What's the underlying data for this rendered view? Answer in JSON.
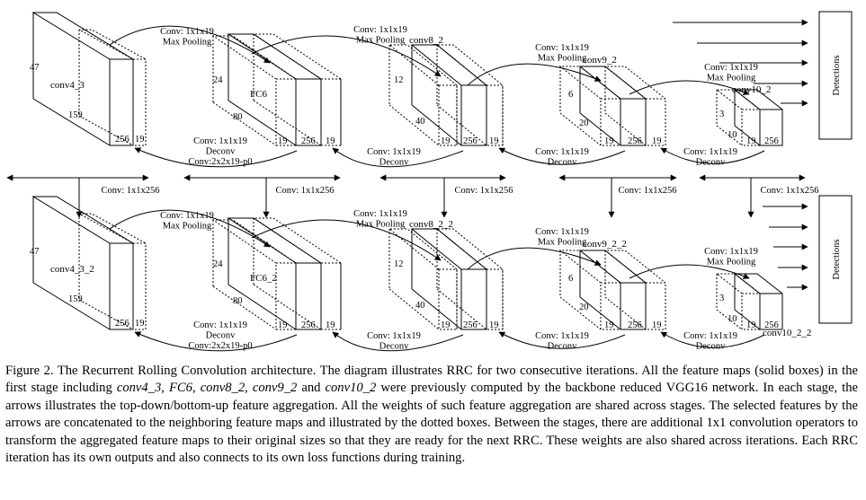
{
  "figure": {
    "layer_names_top": [
      "conv4_3",
      "FC6",
      "conv8_2",
      "conv9_2",
      "conv10_2"
    ],
    "layer_names_bottom": [
      "conv4_3_2",
      "FC6_2",
      "conv8_2_2",
      "conv9_2_2",
      "conv10_2_2"
    ],
    "dims": {
      "conv4": [
        "47",
        "159",
        "256",
        "19"
      ],
      "fc6": [
        "24",
        "80",
        "19",
        "256",
        "19"
      ],
      "conv8": [
        "12",
        "40",
        "19",
        "256",
        "19"
      ],
      "conv9": [
        "6",
        "20",
        "19",
        "256",
        "19"
      ],
      "conv10": [
        "3",
        "10",
        "19",
        "256"
      ]
    },
    "arrow_labels_top": {
      "pool1": [
        "Conv: 1x1x19",
        "Max Pooling"
      ],
      "pool2": [
        "Conv: 1x1x19",
        "Max Pooling"
      ],
      "pool3": [
        "Conv: 1x1x19",
        "Max Pooling"
      ],
      "pool4": [
        "Conv: 1x1x19",
        "Max Pooling"
      ],
      "deconv1": [
        "Conv: 1x1x19",
        "Deconv",
        "Conv:2x2x19-p0"
      ],
      "deconv2": [
        "Conv: 1x1x19",
        "Deconv"
      ],
      "deconv3": [
        "Conv: 1x1x19",
        "Deconv"
      ],
      "deconv4": [
        "Conv: 1x1x19",
        "Deconv"
      ]
    },
    "arrow_labels_bottom": {
      "pool1": [
        "Conv: 1x1x19",
        "Max Pooling"
      ],
      "pool2": [
        "Conv: 1x1x19",
        "Max Pooling"
      ],
      "pool3": [
        "Conv: 1x1x19",
        "Max Pooling"
      ],
      "pool4": [
        "Conv: 1x1x19",
        "Max Pooling"
      ],
      "deconv1": [
        "Conv: 1x1x19",
        "Deconv",
        "Conv:2x2x19-p0"
      ],
      "deconv2": [
        "Conv: 1x1x19",
        "Deconv"
      ],
      "deconv3": [
        "Conv: 1x1x19",
        "Deconv"
      ],
      "deconv4": [
        "Conv: 1x1x19",
        "Deconv"
      ]
    },
    "between_stage_labels": [
      "Conv: 1x1x256",
      "Conv: 1x1x256",
      "Conv: 1x1x256",
      "Conv: 1x1x256",
      "Conv: 1x1x256"
    ],
    "detections_label": "Detections"
  },
  "caption": {
    "p1": "Figure 2. The Recurrent Rolling Convolution architecture. The diagram illustrates RRC for two consecutive iterations. All the feature maps (solid boxes) in the first stage including ",
    "m1": "conv4_3",
    "p2": ", ",
    "m2": "FC6",
    "p3": ", ",
    "m3": "conv8_2",
    "p4": ", ",
    "m4": "conv9_2",
    "p5": " and ",
    "m5": "conv10_2",
    "p6": " were previously computed by the backbone reduced VGG16 network. In each stage, the arrows illustrates the top-down/bottom-up feature aggregation. All the weights of such feature aggregation are shared across stages. The selected features by the arrows are concatenated to the neighboring feature maps and illustrated by the dotted boxes. Between the stages, there are additional 1x1 convolution operators to transform the aggregated feature maps to their original sizes so that they are ready for the next RRC. These weights are also shared across iterations. Each RRC iteration has its own outputs and also connects to its own loss functions during training."
  }
}
